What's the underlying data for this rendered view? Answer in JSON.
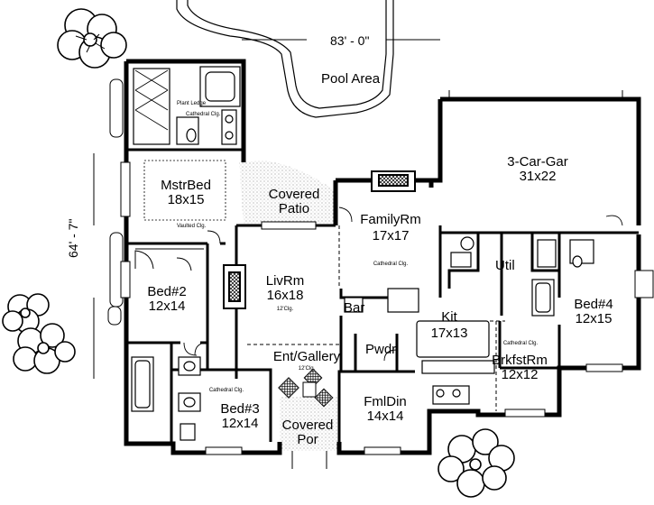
{
  "dimensions": {
    "width_text": "83' - 0\"",
    "depth_text": "64' - 7\""
  },
  "outdoor": {
    "pool_area": "Pool Area",
    "covered_patio": [
      "Covered",
      "Patio"
    ],
    "covered_porch": [
      "Covered",
      "Por"
    ]
  },
  "rooms": {
    "master_bed": {
      "name": "MstrBed",
      "size": "18x15",
      "note": "Vaulted Clg."
    },
    "master_bath": {
      "ledge": "Plant Ledge",
      "ceiling": "Cathedral Clg."
    },
    "bed2": {
      "name": "Bed#2",
      "size": "12x14"
    },
    "bed3": {
      "name": "Bed#3",
      "size": "12x14",
      "ceiling": "Cathedral Clg."
    },
    "bed4": {
      "name": "Bed#4",
      "size": "12x15"
    },
    "living": {
      "name": "LivRm",
      "size": "16x18",
      "ceiling": "12'Clg."
    },
    "family": {
      "name": "FamilyRm",
      "size": "17x17",
      "ceiling": "Cathedral Clg."
    },
    "garage": {
      "name": "3-Car-Gar",
      "size": "31x22"
    },
    "kitchen": {
      "name": "Kit",
      "size": "17x13"
    },
    "breakfast": {
      "name": "BrkfstRm",
      "size": "12x12",
      "ceiling": "Cathedral Clg."
    },
    "dining": {
      "name": "FmlDin",
      "size": "14x14"
    },
    "entry": {
      "name": "Ent/Gallery",
      "ceiling": "12'Clg."
    },
    "bar": {
      "name": "Bar"
    },
    "powder": {
      "name": "Pwdr"
    },
    "utility": {
      "name": "Util"
    }
  }
}
